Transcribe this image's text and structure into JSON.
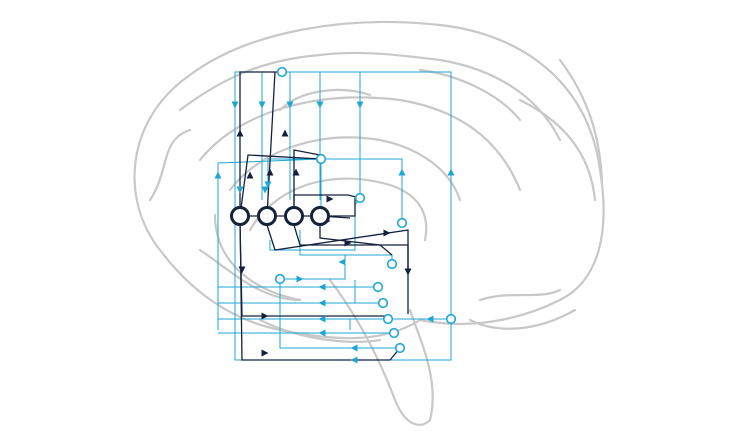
{
  "diagram": {
    "colors": {
      "background": "#ffffff",
      "brain_outline": "#c8c8c8",
      "primary_node": "#14213d",
      "secondary_line": "#1ea7d6",
      "secondary_node_fill": "#ffffff"
    },
    "icons": [
      "brain-outline",
      "circuit-node-dark",
      "circuit-node-light",
      "arrowhead"
    ]
  }
}
